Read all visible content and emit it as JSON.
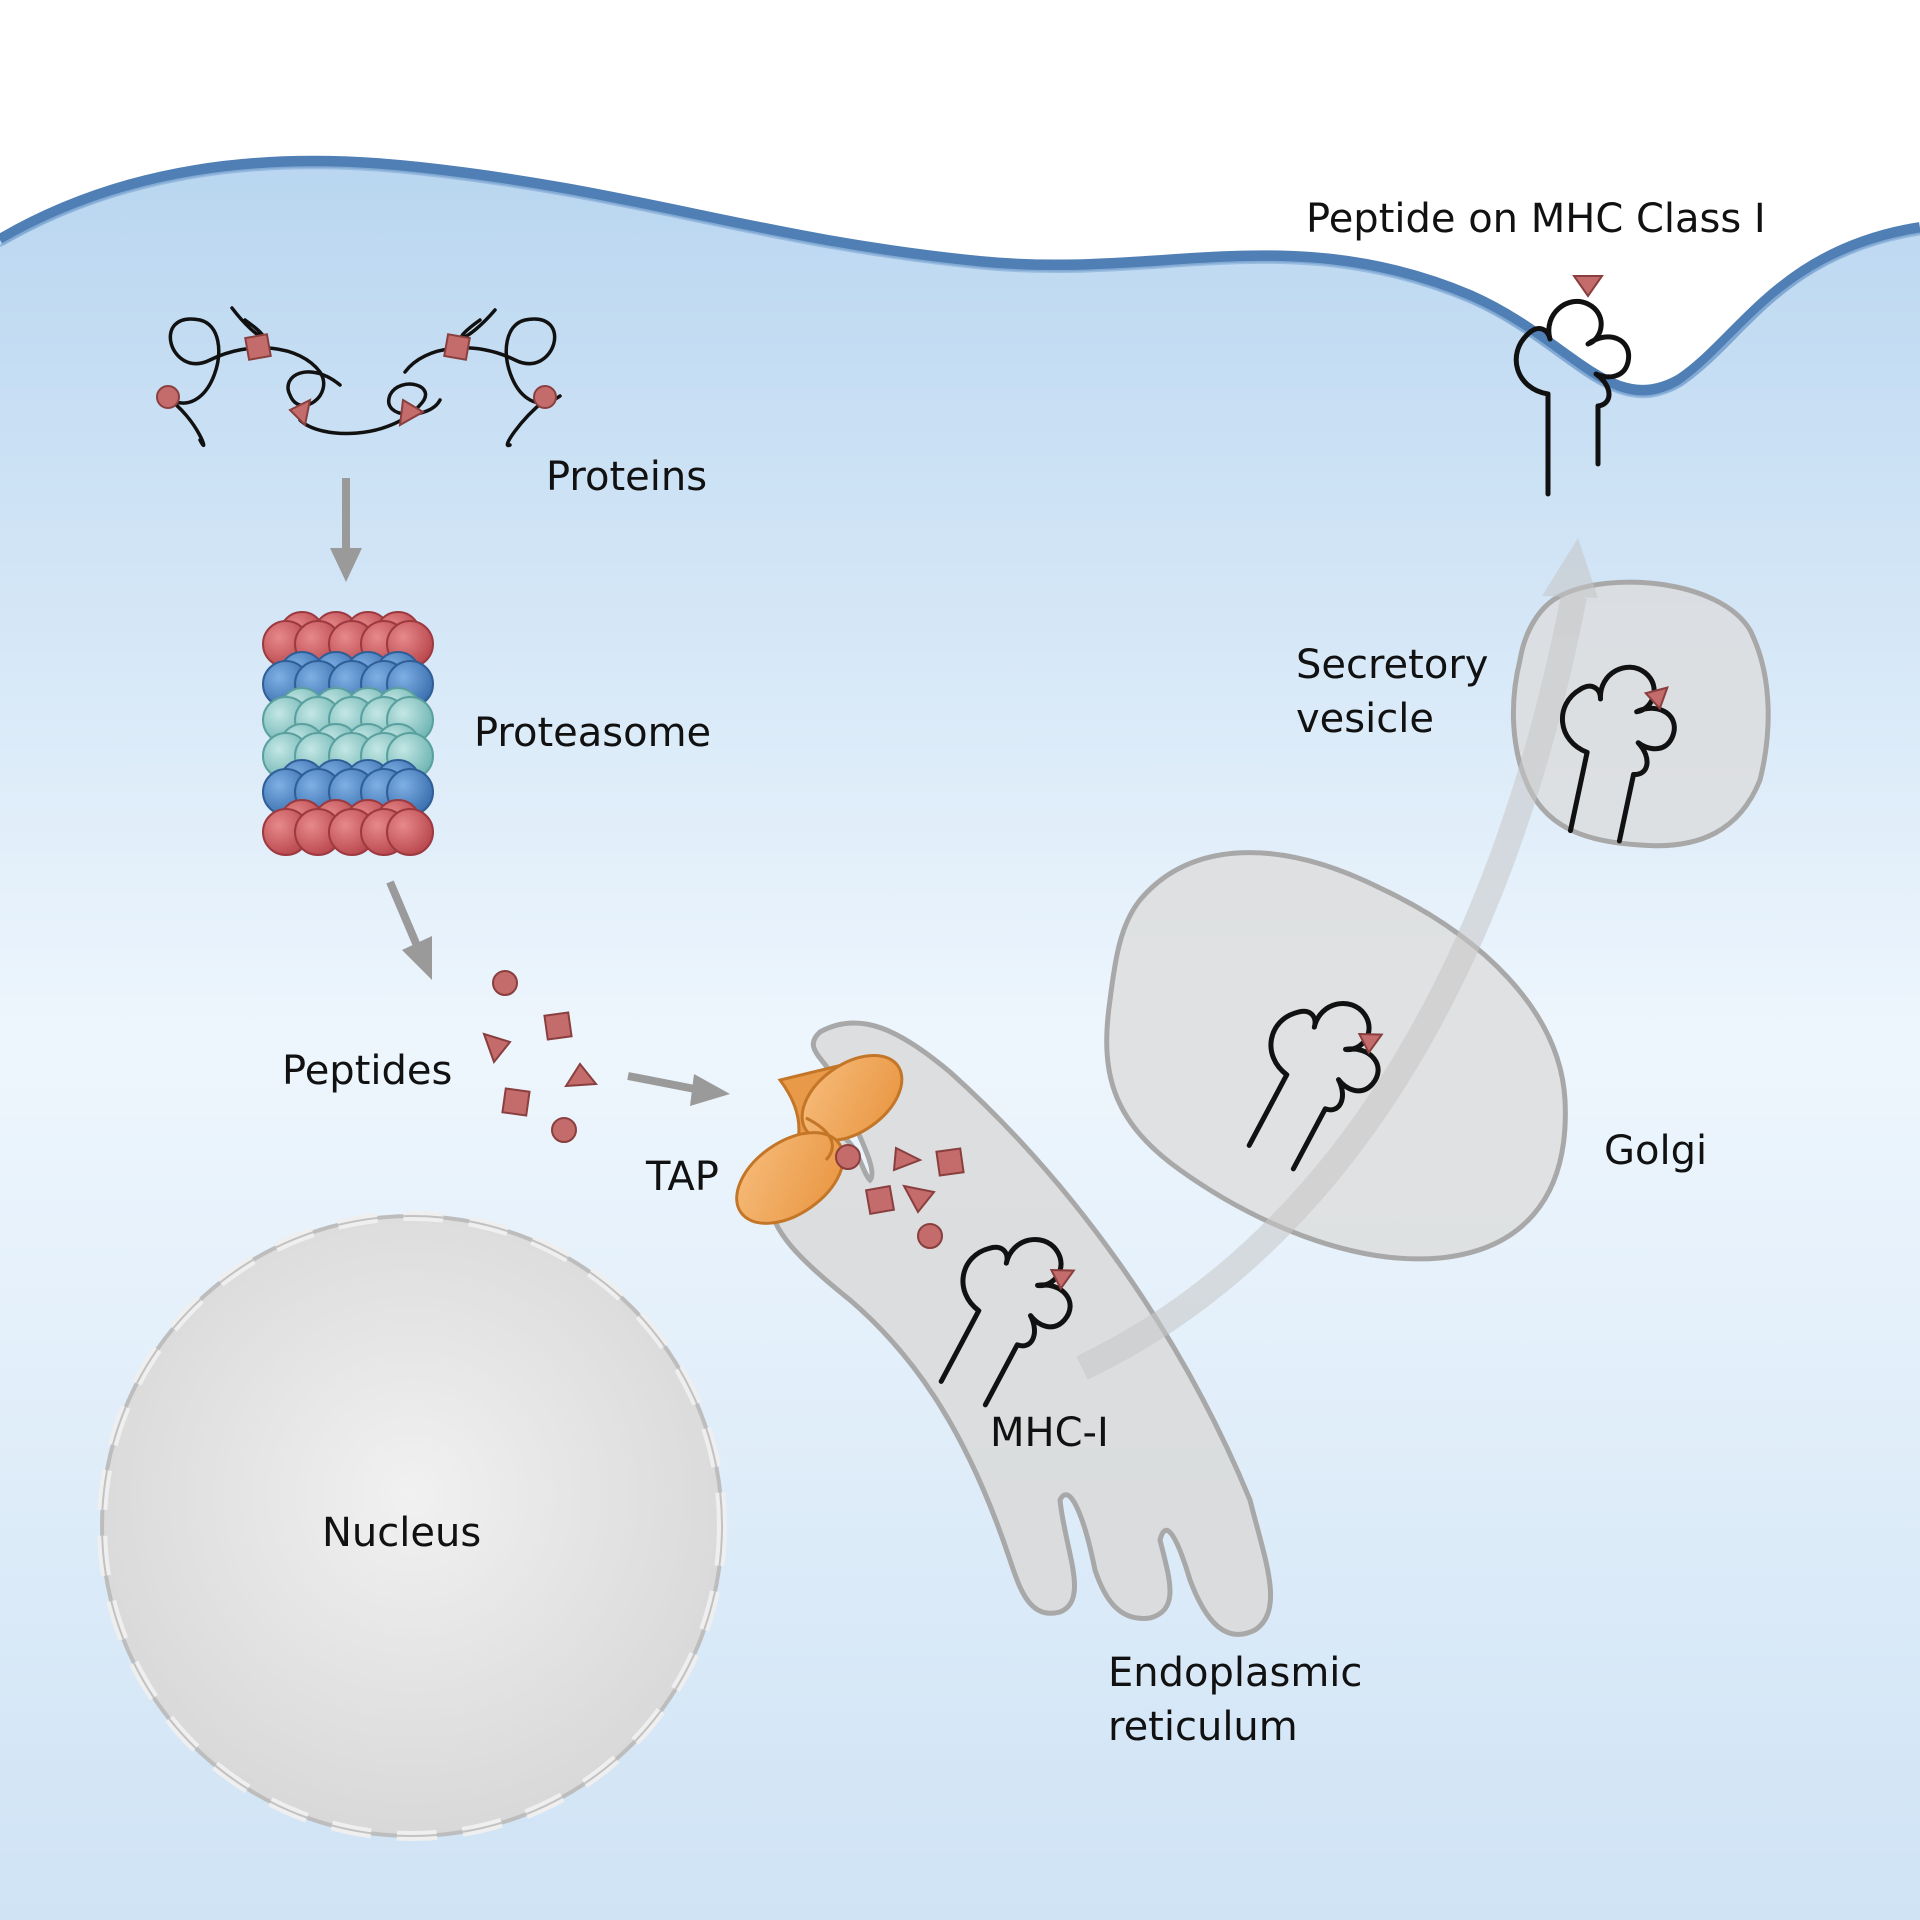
{
  "labels": {
    "proteins": "Proteins",
    "proteasome": "Proteasome",
    "peptides": "Peptides",
    "tap": "TAP",
    "nucleus": "Nucleus",
    "mhc_i": "MHC-I",
    "er_line1": "Endoplasmic",
    "er_line2": "reticulum",
    "golgi": "Golgi",
    "vesicle_line1": "Secretory",
    "vesicle_line2": "vesicle",
    "surface": "Peptide on MHC Class I"
  },
  "colors": {
    "membrane": "#4f7fb4",
    "cytoplasm_top": "#bcd8f1",
    "cytoplasm_mid": "#eef6fd",
    "peptide": "#c46b6b",
    "proteasome_red": "#c9565c",
    "proteasome_blue": "#4c86c6",
    "proteasome_teal": "#8ccbc9",
    "tap_orange": "#f2a65a",
    "organelle_gray": "#d8d8d8"
  },
  "icons": {
    "protein": "protein-coil-icon",
    "mhc": "mhc-class-i-icon",
    "peptide_circle": "circle-peptide-icon",
    "peptide_square": "square-peptide-icon",
    "peptide_triangle": "triangle-peptide-icon"
  }
}
